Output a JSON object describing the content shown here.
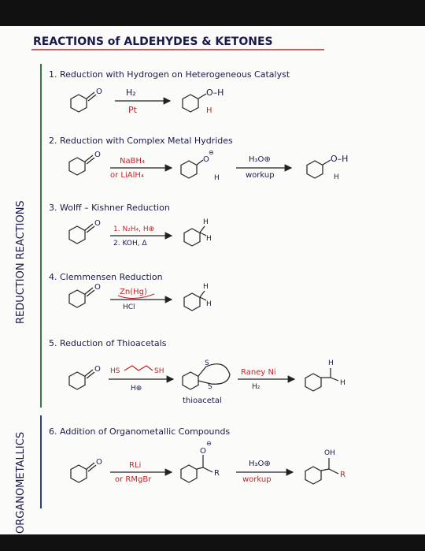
{
  "title": "REACTIONS of ALDEHYDES & KETONES",
  "side_labels": {
    "reduction": "REDUCTION REACTIONS",
    "organometallics": "ORGANOMETALLICS"
  },
  "colors": {
    "ink": "#1a1a4a",
    "reduction_bar": "#2e7d3c",
    "organometallics_bar": "#2c3d8f",
    "highlight": "#c0262c"
  },
  "sections": [
    {
      "heading": "1. Reduction with Hydrogen on Heterogeneous Catalyst",
      "reagent_top": "H₂",
      "reagent_bottom": "Pt",
      "product_label": "O–H",
      "product_h": "H"
    },
    {
      "heading": "2. Reduction with Complex Metal Hydrides",
      "reagent_top": "NaBH₄",
      "reagent_bottom": "or LiAlH₄",
      "intermediate_h": "H",
      "workup_top": "H₃O⊕",
      "workup_bottom": "workup",
      "product_label": "O–H",
      "product_h": "H"
    },
    {
      "heading": "3. Wolff – Kishner Reduction",
      "reagent_top": "1. N₂H₄, H⊕",
      "reagent_bottom": "2. KOH, Δ",
      "product_h1": "H",
      "product_h2": "H"
    },
    {
      "heading": "4. Clemmensen Reduction",
      "reagent_top": "Zn(Hg)",
      "reagent_bottom": "HCl",
      "product_h1": "H",
      "product_h2": "H"
    },
    {
      "heading": "5. Reduction of Thioacetals",
      "reagent_top_left": "HS",
      "reagent_top_right": "SH",
      "reagent_bottom": "H⊕",
      "intermediate_label": "thioacetal",
      "intermediate_s": "S",
      "workup_top": "Raney Ni",
      "workup_bottom": "H₂",
      "product_h1": "H",
      "product_h2": "H"
    },
    {
      "heading": "6. Addition of Organometallic Compounds",
      "reagent_top": "RLi",
      "reagent_bottom": "or RMgBr",
      "intermediate_r": "R",
      "workup_top": "H₃O⊕",
      "workup_bottom": "workup",
      "product_oh": "OH",
      "product_r": "R"
    }
  ]
}
